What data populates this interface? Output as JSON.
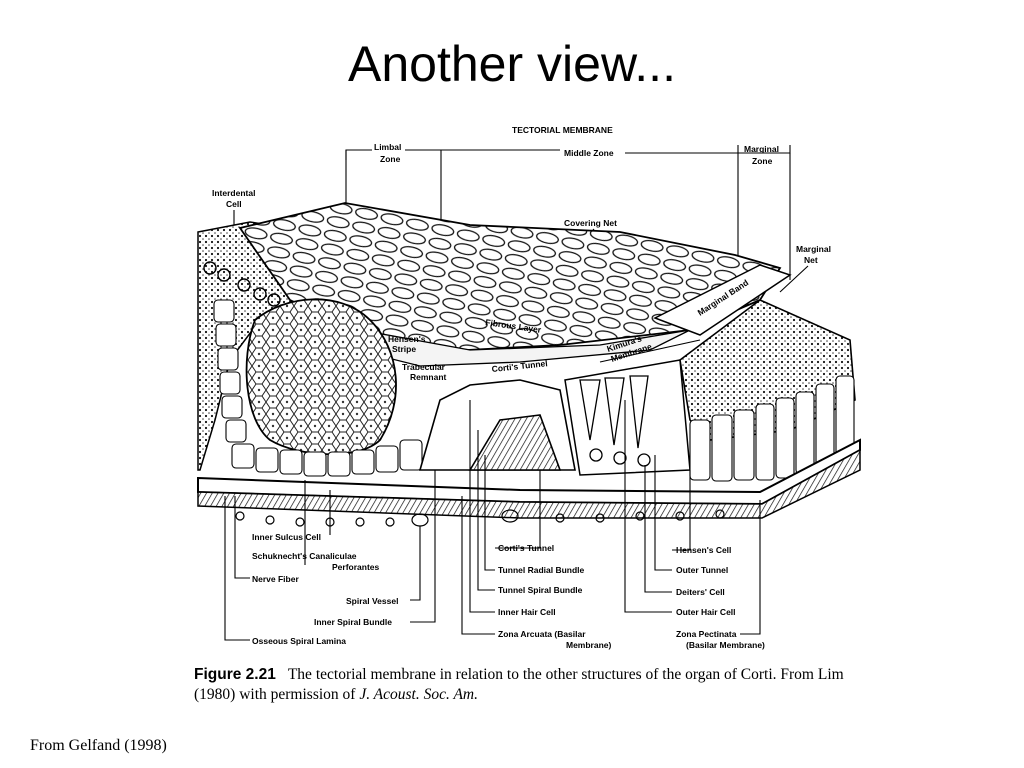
{
  "slide": {
    "title": "Another view...",
    "source_credit": "From Gelfand (1998)"
  },
  "figure": {
    "heading": "TECTORIAL MEMBRANE",
    "top_labels": {
      "limbal_zone_1": "Limbal",
      "limbal_zone_2": "Zone",
      "middle_zone": "Middle Zone",
      "marginal_zone_1": "Marginal",
      "marginal_zone_2": "Zone",
      "interdental_1": "Interdental",
      "interdental_2": "Cell",
      "covering_net": "Covering Net",
      "marginal_net_1": "Marginal",
      "marginal_net_2": "Net"
    },
    "inner_labels": {
      "marginal_band": "Marginal Band",
      "fibrous_layer": "Fibrous Layer",
      "hensens_stripe_1": "Hensen's",
      "hensens_stripe_2": "Stripe",
      "trabecular_1": "Trabecular",
      "trabecular_2": "Remnant",
      "cortis_tunnel_top": "Corti's Tunnel",
      "kimuras_1": "Kimura's",
      "kimuras_2": "Membrane"
    },
    "bottom_left_labels": {
      "inner_sulcus": "Inner Sulcus Cell",
      "schuknecht_1": "Schuknecht's Canaliculae",
      "schuknecht_2": "Perforantes",
      "nerve_fiber": "Nerve Fiber",
      "spiral_vessel": "Spiral Vessel",
      "inner_spiral_bundle": "Inner Spiral Bundle",
      "osseous": "Osseous Spiral Lamina"
    },
    "bottom_middle_labels": {
      "cortis_tunnel": "Corti's Tunnel",
      "tunnel_radial": "Tunnel Radial Bundle",
      "tunnel_spiral": "Tunnel Spiral Bundle",
      "inner_hair": "Inner Hair Cell",
      "zona_arcuata_1": "Zona Arcuata (Basilar",
      "zona_arcuata_2": "Membrane)"
    },
    "bottom_right_labels": {
      "hensens_cell": "Hensen's Cell",
      "outer_tunnel": "Outer Tunnel",
      "deiters": "Deiters' Cell",
      "outer_hair": "Outer Hair Cell",
      "zona_pectinata_1": "Zona Pectinata",
      "zona_pectinata_2": "(Basilar Membrane)"
    },
    "caption": {
      "number": "Figure 2.21",
      "text": "The tectorial membrane in relation to the other structures of the organ of Corti. From Lim (1980) with permission of",
      "journal": "J. Acoust. Soc. Am."
    }
  }
}
